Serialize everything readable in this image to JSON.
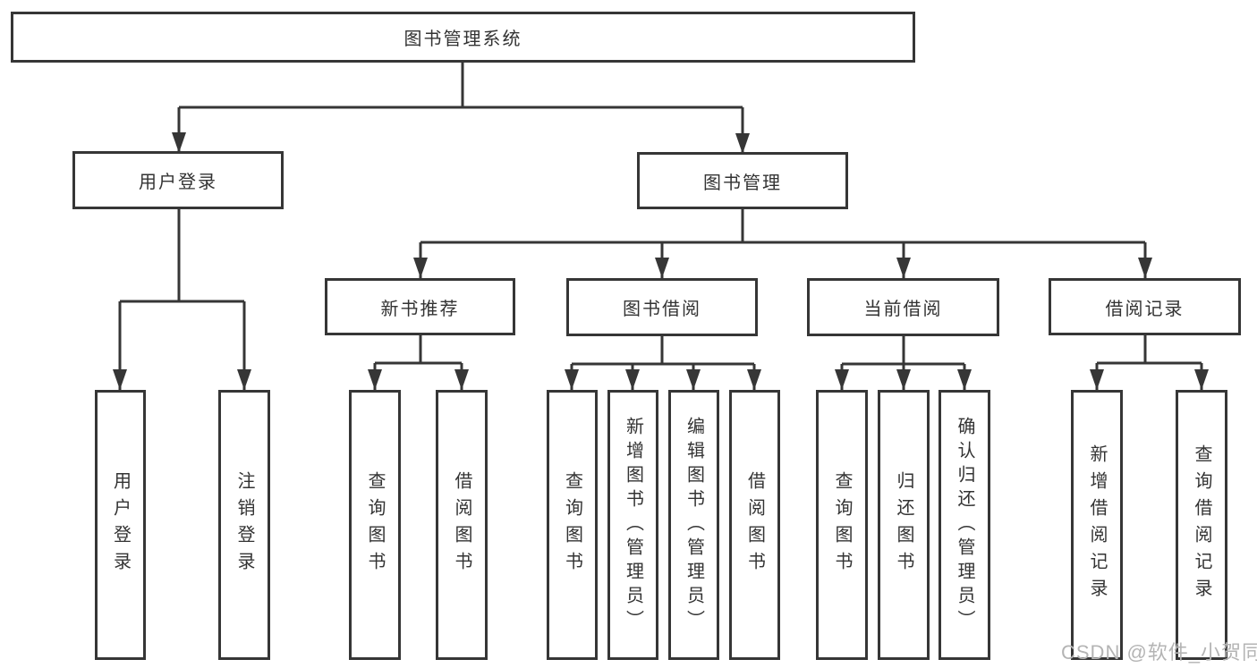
{
  "diagram_title": "图书管理系统",
  "watermark": "CSDN @软件_小贺同学",
  "colors": {
    "line": "#363636",
    "box_border": "#363636",
    "text": "#333333",
    "background": "#ffffff",
    "watermark": "#b4b4b4"
  },
  "nodes": [
    {
      "id": "root",
      "level": 1,
      "label": "图书管理系统",
      "parent": null
    },
    {
      "id": "user-login-module",
      "level": 2,
      "label": "用户登录",
      "parent": "root"
    },
    {
      "id": "book-management-module",
      "level": 2,
      "label": "图书管理",
      "parent": "root"
    },
    {
      "id": "new-book-recommendation",
      "level": 3,
      "label": "新书推荐",
      "parent": "book-management-module"
    },
    {
      "id": "book-borrowing",
      "level": 3,
      "label": "图书借阅",
      "parent": "book-management-module"
    },
    {
      "id": "current-borrowing",
      "level": 3,
      "label": "当前借阅",
      "parent": "book-management-module"
    },
    {
      "id": "borrowing-records",
      "level": 3,
      "label": "借阅记录",
      "parent": "book-management-module"
    },
    {
      "id": "user-login",
      "level": 4,
      "label": "用户登录",
      "parent": "user-login-module"
    },
    {
      "id": "logout",
      "level": 4,
      "label": "注销登录",
      "parent": "user-login-module"
    },
    {
      "id": "query-books-recommend",
      "level": 4,
      "label": "查询图书",
      "parent": "new-book-recommendation"
    },
    {
      "id": "borrow-books-recommend",
      "level": 4,
      "label": "借阅图书",
      "parent": "new-book-recommendation"
    },
    {
      "id": "query-books-borrowing",
      "level": 4,
      "label": "查询图书",
      "parent": "book-borrowing"
    },
    {
      "id": "add-books-admin",
      "level": 4,
      "label": "新增图书（管理员）",
      "parent": "book-borrowing"
    },
    {
      "id": "edit-books-admin",
      "level": 4,
      "label": "编辑图书（管理员）",
      "parent": "book-borrowing"
    },
    {
      "id": "borrow-books",
      "level": 4,
      "label": "借阅图书",
      "parent": "book-borrowing"
    },
    {
      "id": "query-books-current",
      "level": 4,
      "label": "查询图书",
      "parent": "current-borrowing"
    },
    {
      "id": "return-books",
      "level": 4,
      "label": "归还图书",
      "parent": "current-borrowing"
    },
    {
      "id": "confirm-return-admin",
      "level": 4,
      "label": "确认归还（管理员）",
      "parent": "current-borrowing"
    },
    {
      "id": "add-borrowing-record",
      "level": 4,
      "label": "新增借阅记录",
      "parent": "borrowing-records"
    },
    {
      "id": "query-borrowing-record",
      "level": 4,
      "label": "查询借阅记录",
      "parent": "borrowing-records"
    }
  ]
}
